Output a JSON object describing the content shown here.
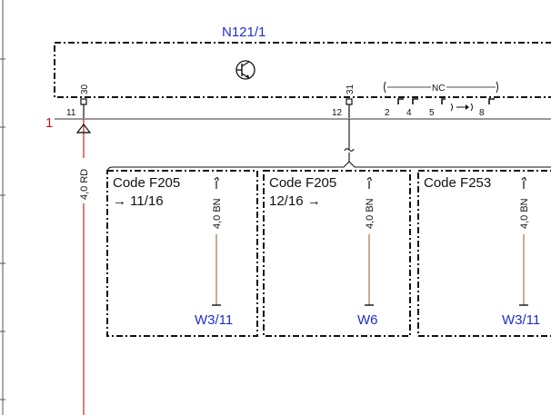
{
  "component": {
    "id": "N121/1",
    "pins_top": {
      "p30": "30",
      "p31": "31"
    },
    "pins_bottom": [
      "11",
      "12",
      "2",
      "4",
      "5",
      "8"
    ],
    "nc_label": "NC"
  },
  "ground": {
    "reference_number": "1",
    "wire_label": "4,0 RD"
  },
  "code_boxes": [
    {
      "code": "Code F205",
      "ref_line": "→ 11/16",
      "wire_label": "4,0 BN",
      "connector": "W3/11"
    },
    {
      "code": "Code F205",
      "ref_line": "12/16 →",
      "wire_label": "4,0 BN",
      "connector": "W6"
    },
    {
      "code": "Code F253",
      "ref_line": "",
      "wire_label": "4,0 BN",
      "connector": "W3/11"
    }
  ],
  "colors": {
    "component_label": "#1f2fd0",
    "wire_red": "#d42020",
    "wire_brown": "#b08860",
    "outline": "#111111"
  }
}
